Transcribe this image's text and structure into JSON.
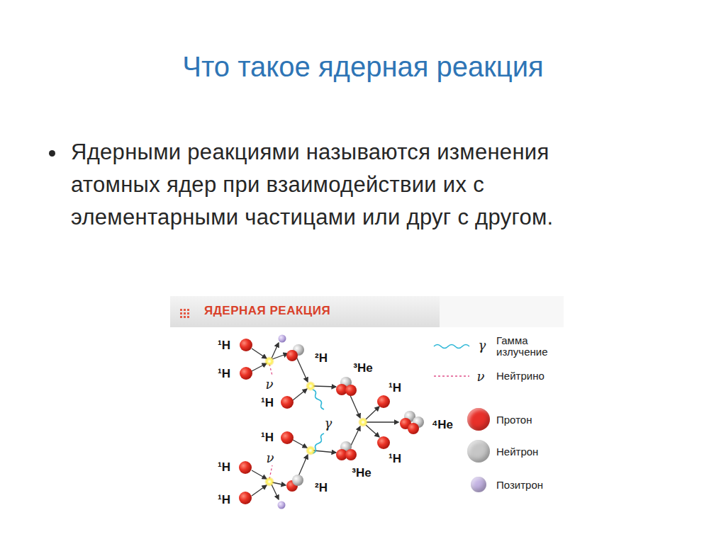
{
  "diagram": {
    "title": "Что такое ядерная реакция",
    "labels": [
      "Ядерными реакциями называются изменения атомных ядер при взаимодействии их с элементарными частицами  или друг с другом.",
      "ЯДЕРНАЯ РЕАКЦИЯ",
      "¹H",
      "²H",
      "¹H",
      "³He",
      "ν",
      "¹H",
      "¹H",
      "γ",
      "⁴He",
      "¹H",
      "ν",
      "¹H",
      "¹H",
      "³He",
      "²H",
      "¹H",
      "γ",
      "ν"
    ],
    "legend": [
      {
        "text": "Гамма излучение"
      },
      {
        "text": "Нейтрино"
      },
      {
        "text": "Протон",
        "color": "#e8302a"
      },
      {
        "text": "Нейтрон",
        "color": "#c6c6c6"
      },
      {
        "text": "Позитрон",
        "color": "#c3b3e2"
      }
    ]
  }
}
